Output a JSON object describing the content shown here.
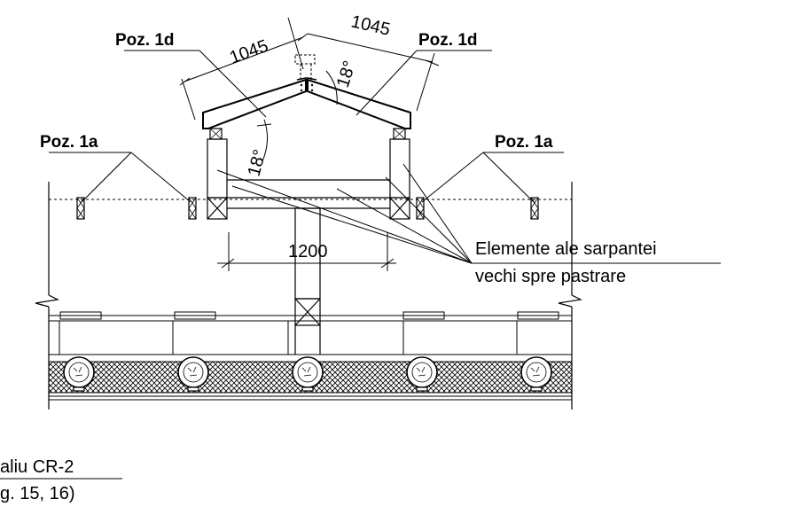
{
  "labels": {
    "poz_1d": "Poz. 1d",
    "poz_1a": "Poz. 1a",
    "elements_line1": "Elemente ale sarpantei",
    "elements_line2": "vechi spre pastrare",
    "detail_line1": "aliu CR-2",
    "detail_line2": "g. 15, 16)"
  },
  "dimensions": {
    "rafter_length_left": "1045",
    "rafter_length_right": "1045",
    "angle_top": "18°",
    "angle_left": "18°",
    "span": "1200"
  },
  "colors": {
    "line": "#000000",
    "background": "#ffffff"
  }
}
